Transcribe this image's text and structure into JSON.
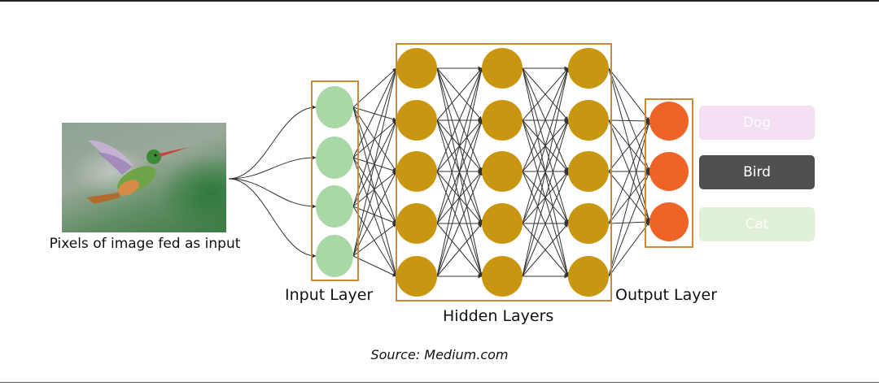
{
  "input_caption": "Pixels of image fed as input",
  "layers": {
    "input_label": "Input Layer",
    "hidden_label": "Hidden Layers",
    "output_label": "Output Layer"
  },
  "classes": [
    "Dog",
    "Bird",
    "Cat"
  ],
  "source": "Source: Medium.com",
  "colors": {
    "input_node": "#a8d8a6",
    "hidden_node": "#c99612",
    "output_node": "#ef6327",
    "layer_border": "#c98a3a",
    "edge": "#333333",
    "selected_class": "#505050"
  },
  "network": {
    "input_nodes": 4,
    "hidden_layers": 3,
    "hidden_nodes": 5,
    "output_nodes": 3
  }
}
